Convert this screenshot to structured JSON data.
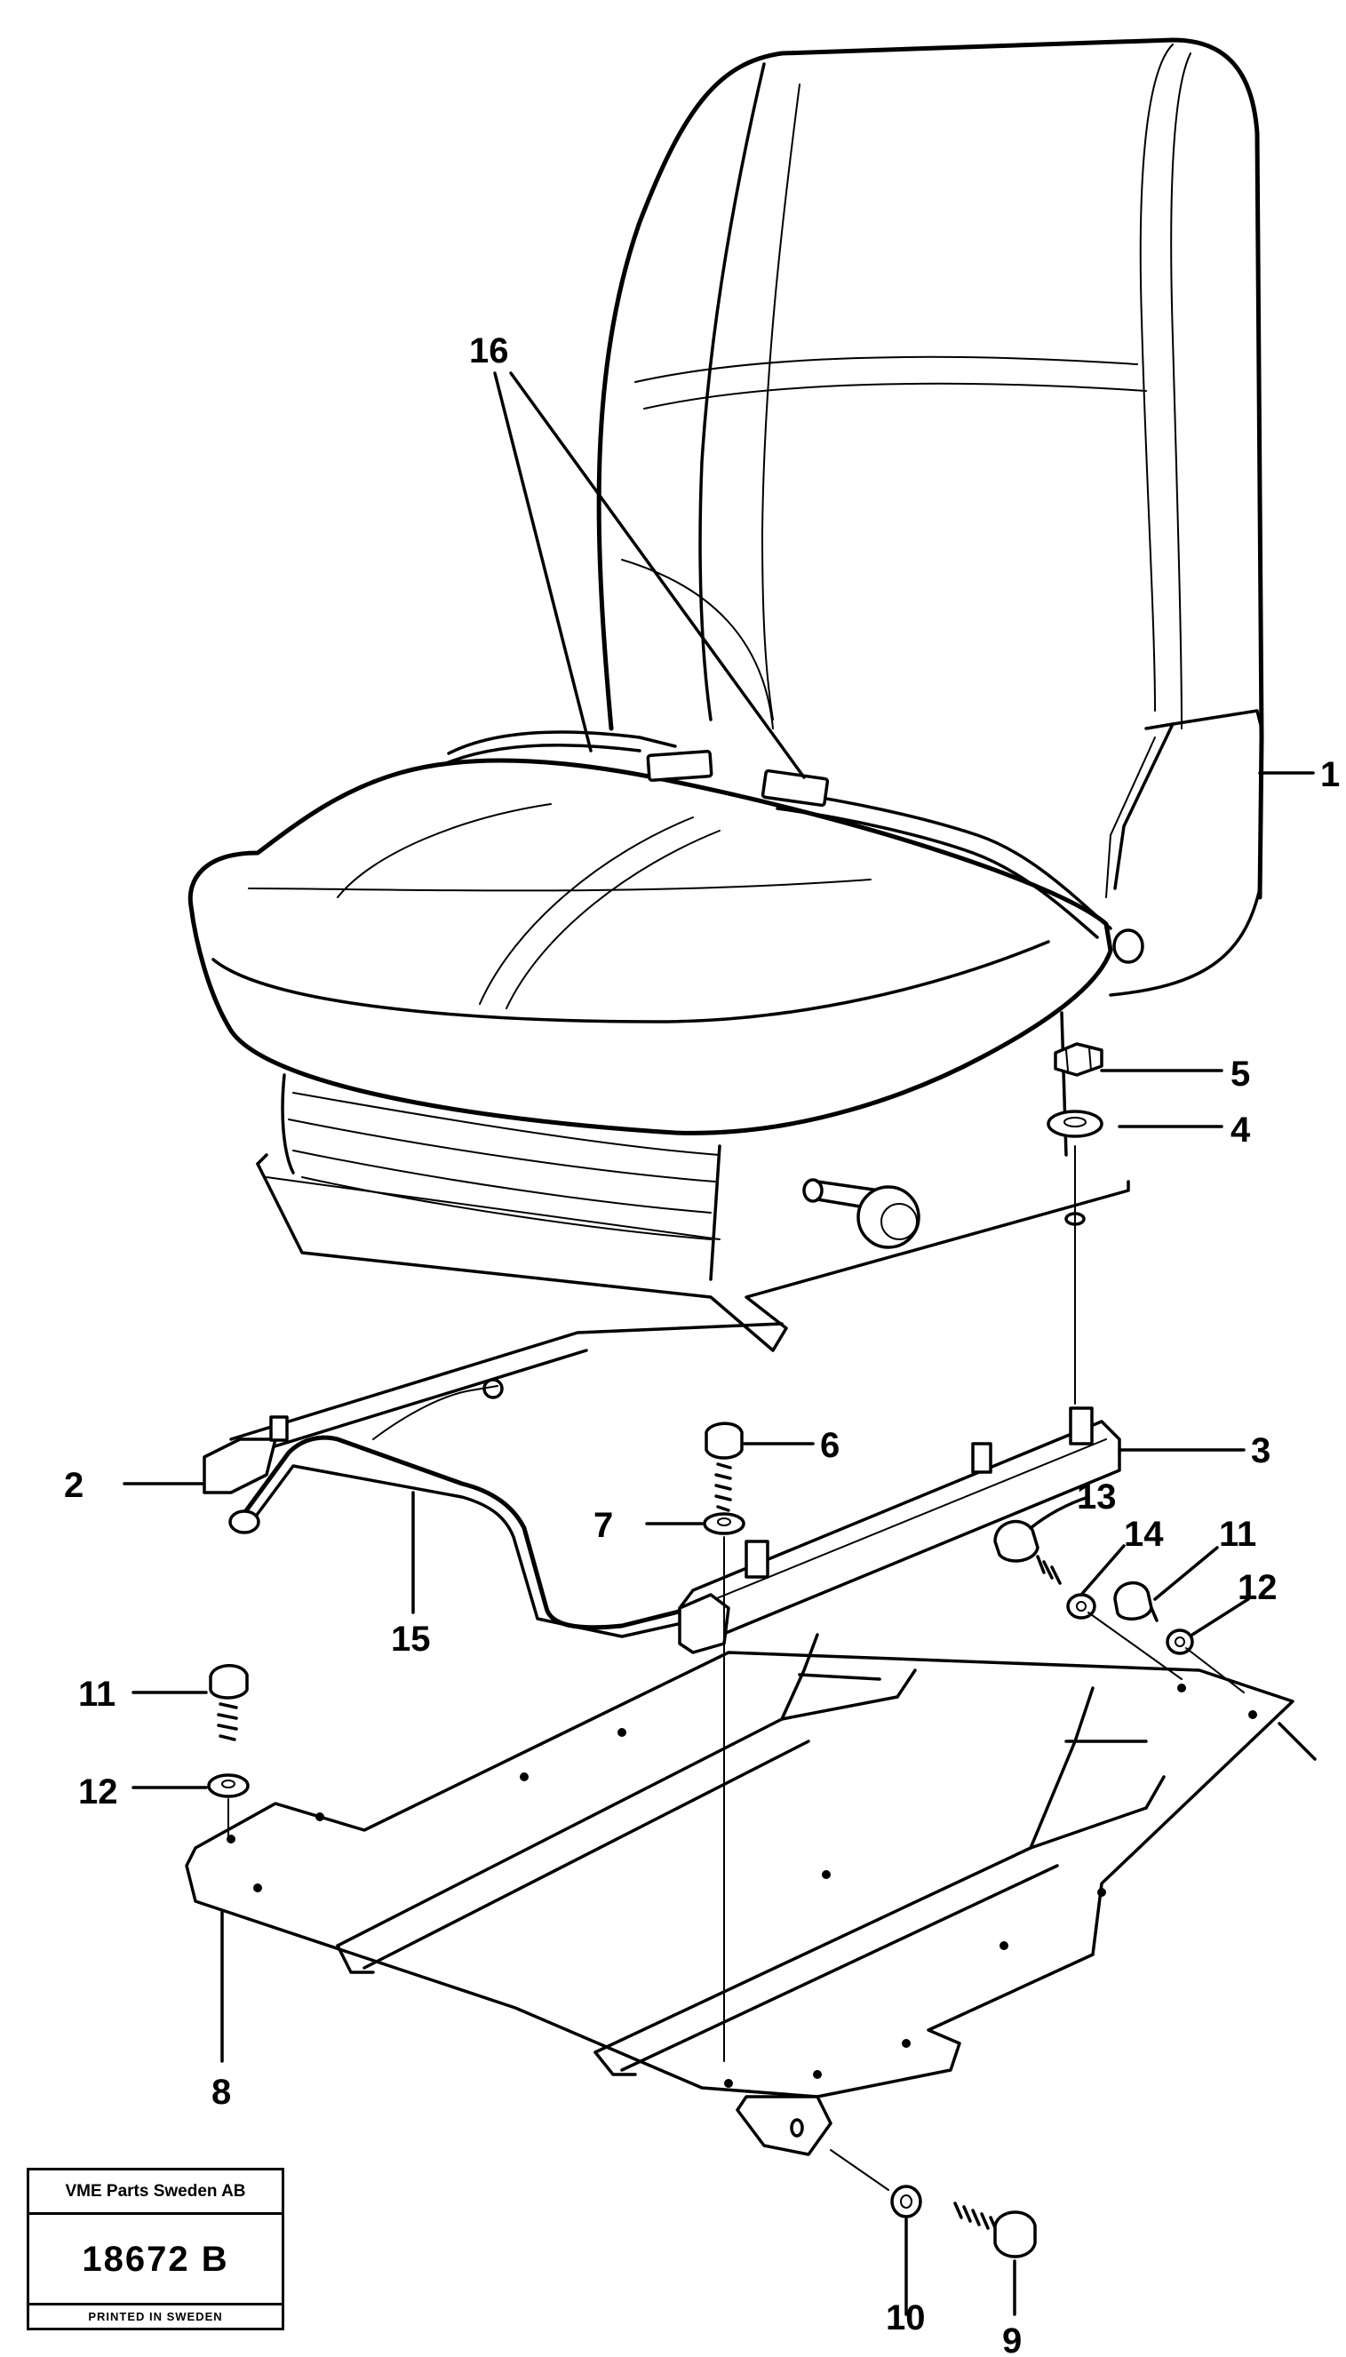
{
  "callouts": {
    "c1": "1",
    "c2": "2",
    "c3": "3",
    "c4": "4",
    "c5": "5",
    "c6": "6",
    "c7": "7",
    "c8": "8",
    "c9": "9",
    "c10": "10",
    "c11a": "11",
    "c11b": "11",
    "c12a": "12",
    "c12b": "12",
    "c13": "13",
    "c14": "14",
    "c15": "15",
    "c16": "16"
  },
  "title_block": {
    "company": "VME Parts Sweden AB",
    "drawing_number": "18672 B",
    "printed": "PRINTED IN SWEDEN"
  }
}
